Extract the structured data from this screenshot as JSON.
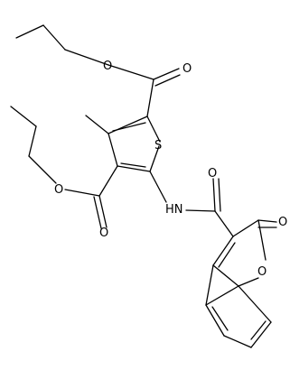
{
  "diagram": {
    "type": "chemical-structure",
    "line_color": "#000000",
    "background": "#ffffff"
  },
  "atoms": {
    "o_ethyl_ester_single": "O",
    "o_ethyl_ester_double": "O",
    "s_thiophene": "S",
    "o_propyl_ester_single": "O",
    "o_propyl_ester_double": "O",
    "o_amide": "O",
    "nh_amide": "HN",
    "o_lactone_carbonyl": "O",
    "o_ring": "O"
  }
}
